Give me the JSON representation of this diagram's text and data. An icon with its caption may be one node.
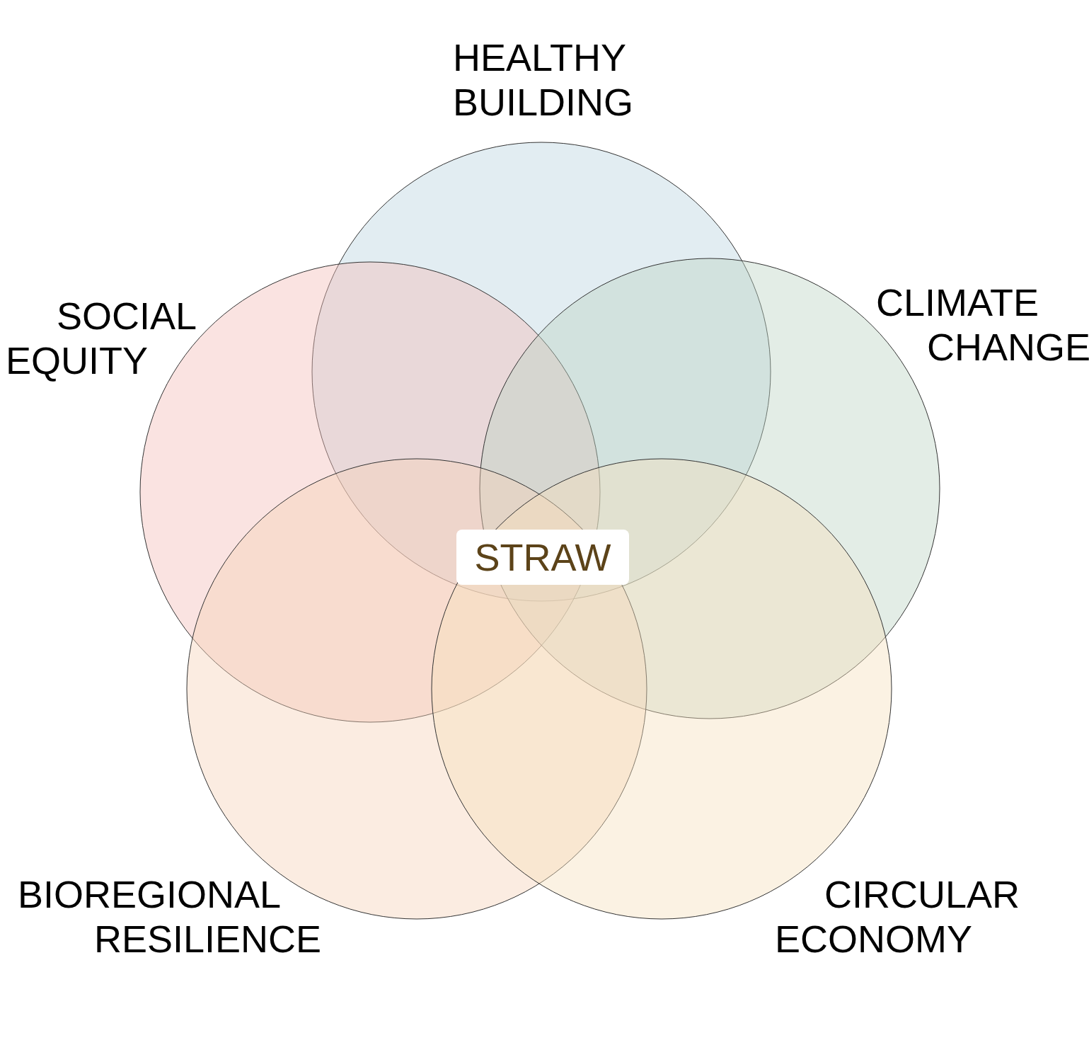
{
  "diagram": {
    "nodes": [
      {
        "text": [
          "HEALTHY BUILDING"
        ]
      },
      {
        "text": [
          "SOCIAL EQUITY"
        ]
      },
      {
        "text": [
          "CLIMATE CHANGE"
        ]
      },
      {
        "text": [
          "STRAW"
        ]
      },
      {
        "text": [
          "BIOREGIONAL RESILIENCE"
        ]
      },
      {
        "text": [
          "CIRCULAR ECONOMY"
        ]
      }
    ]
  }
}
